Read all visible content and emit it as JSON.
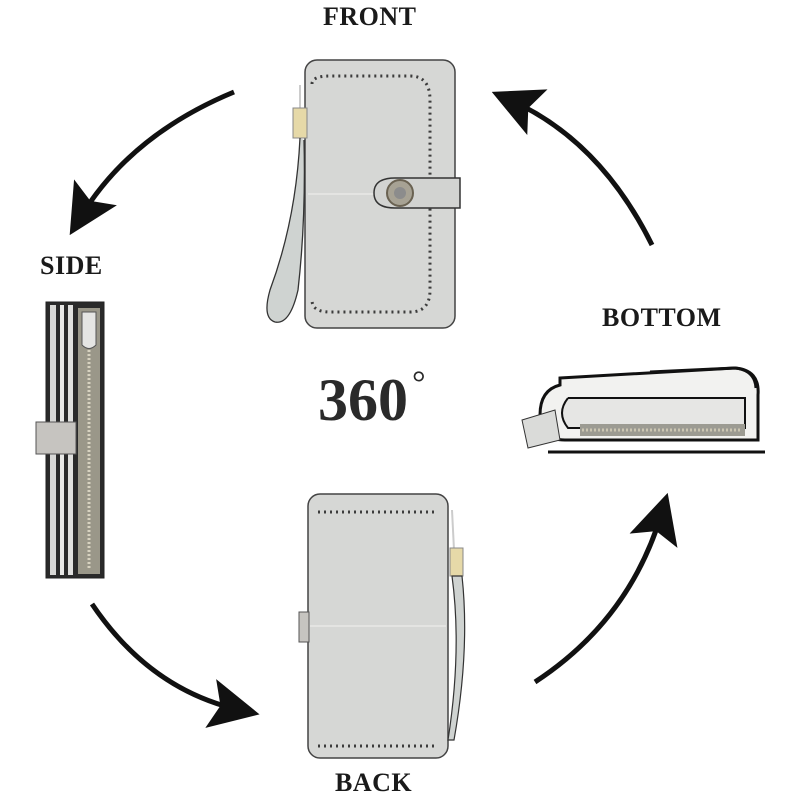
{
  "labels": {
    "front": "FRONT",
    "side": "SIDE",
    "bottom": "BOTTOM",
    "back": "BACK"
  },
  "center": {
    "value": "360",
    "unit": "°"
  },
  "colors": {
    "wallet_fill": "#d4d5d3",
    "wallet_edge": "#3a3a3a",
    "perforation": "#3c3c3c",
    "clasp": "#b9b6ac",
    "strap_clip": "#e6d9a8",
    "arrow": "#111111",
    "text": "#1a1a1a"
  },
  "views": [
    {
      "name": "front",
      "icon": "wallet-front-view"
    },
    {
      "name": "side",
      "icon": "wallet-side-view"
    },
    {
      "name": "bottom",
      "icon": "wallet-bottom-view"
    },
    {
      "name": "back",
      "icon": "wallet-back-view"
    }
  ]
}
